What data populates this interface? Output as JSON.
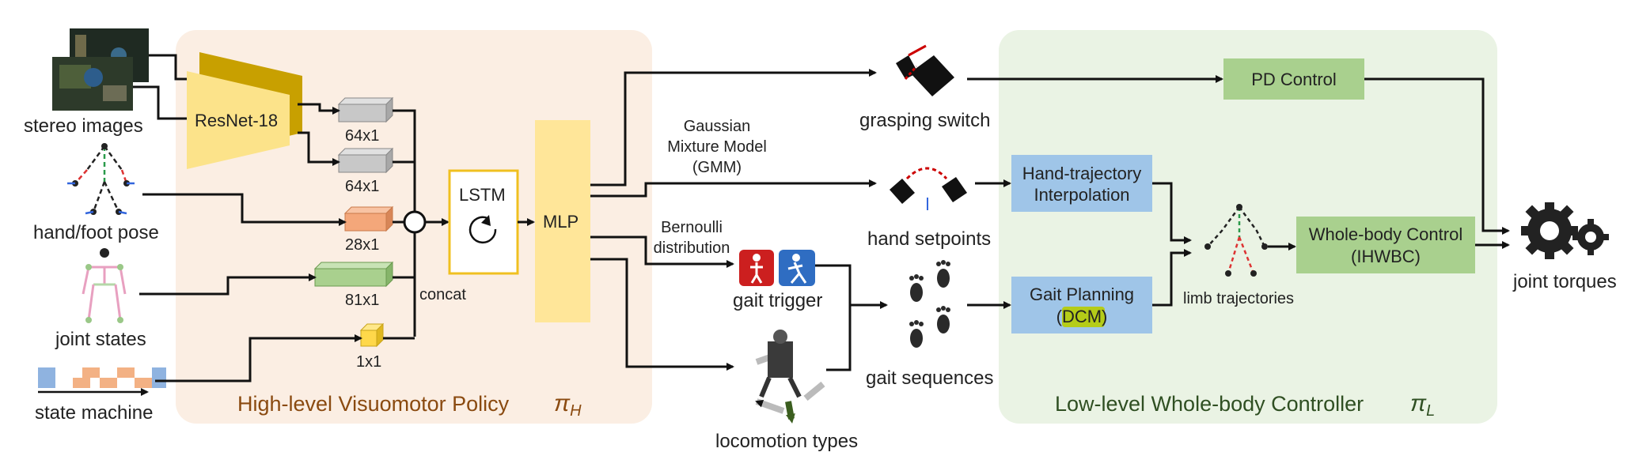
{
  "inputs": {
    "stereo_images": "stereo images",
    "hand_foot_pose": "hand/foot pose",
    "joint_states": "joint states",
    "state_machine": "state machine"
  },
  "high_level": {
    "resnet": "ResNet-18",
    "feat_64a": "64x1",
    "feat_64b": "64x1",
    "feat_28": "28x1",
    "feat_81": "81x1",
    "feat_1": "1x1",
    "concat": "concat",
    "lstm": "LSTM",
    "mlp": "MLP",
    "title": "High-level Visuomotor Policy",
    "symbol": "π",
    "symbol_sub": "H"
  },
  "middle": {
    "gmm_line1": "Gaussian",
    "gmm_line2": "Mixture Model",
    "gmm_line3": "(GMM)",
    "bern_line1": "Bernoulli",
    "bern_line2": "distribution",
    "grasping_switch": "grasping switch",
    "hand_setpoints": "hand setpoints",
    "gait_trigger": "gait trigger",
    "gait_sequences": "gait sequences",
    "locomotion_types": "locomotion types"
  },
  "low_level": {
    "pd_control": "PD Control",
    "hand_traj_line1": "Hand-trajectory",
    "hand_traj_line2": "Interpolation",
    "gait_planning_line1": "Gait Planning",
    "gait_planning_pre": "(",
    "gait_planning_dcm": "DCM",
    "gait_planning_post": ")",
    "limb_trajectories": "limb trajectories",
    "wbc_line1": "Whole-body Control",
    "wbc_line2": "(IHWBC)",
    "title": "Low-level Whole-body Controller",
    "symbol": "π",
    "symbol_sub": "L"
  },
  "output": {
    "joint_torques": "joint torques"
  },
  "colors": {
    "high_bg": "#fbeee3",
    "low_bg": "#eaf3e4",
    "high_title": "#8a4a10",
    "low_title": "#2f4f22",
    "resnet_fill": "#fce38a",
    "resnet_back": "#c8a000",
    "mlp_fill": "#ffe699",
    "lstm_border": "#f0c020",
    "blue_box": "#9fc5e8",
    "green_box": "#a9d08e",
    "dcm_highlight": "#b5cc18"
  }
}
